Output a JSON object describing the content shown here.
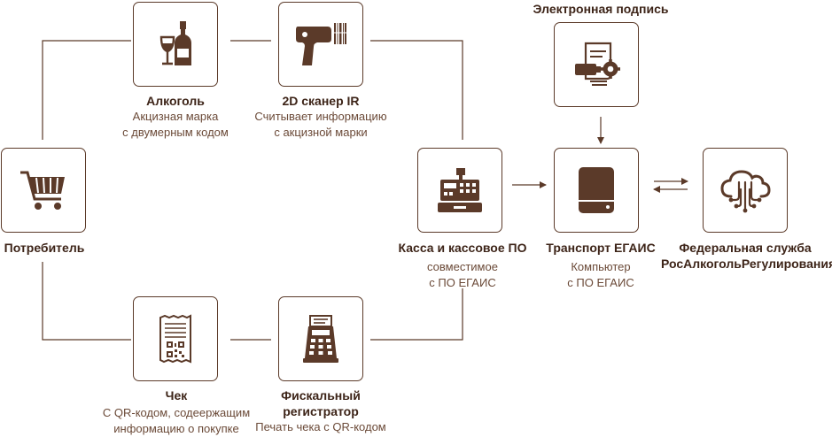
{
  "colors": {
    "brown": "#5b3a29",
    "text": "#3d2418",
    "muted": "#6b4a38"
  },
  "nodes": {
    "alcohol": {
      "icon": "wine-bottle-glass-icon",
      "title": "Алкоголь",
      "desc1": "Акцизная марка",
      "desc2": "с двумерным кодом"
    },
    "scanner": {
      "icon": "barcode-scanner-icon",
      "title": "2D сканер IR",
      "desc1": "Считывает информацию",
      "desc2": "с акцизной марки"
    },
    "signature": {
      "icon": "certificate-usb-token-icon",
      "title": "Электронная подпись"
    },
    "consumer": {
      "icon": "shopping-cart-icon",
      "title": "Потребитель"
    },
    "cashbox": {
      "icon": "cash-register-icon",
      "title": "Касса и кассовое ПО",
      "desc1": "совместимое",
      "desc2": "с ПО ЕГАИС"
    },
    "transport": {
      "icon": "hard-drive-icon",
      "title": "Транспорт ЕГАИС",
      "desc1": "Компьютер",
      "desc2": "с ПО ЕГАИС"
    },
    "federal": {
      "icon": "cloud-network-icon",
      "title1": "Федеральная служба",
      "title2": "РосАлкогольРегулирования"
    },
    "receipt": {
      "icon": "receipt-qr-icon",
      "title": "Чек",
      "desc1": "С QR-кодом, содеержащим",
      "desc2": "информацию о покупке"
    },
    "fiscal": {
      "icon": "fiscal-register-icon",
      "title1": "Фискальный",
      "title2": "регистратор",
      "desc1": "Печать чека с QR-кодом"
    }
  }
}
